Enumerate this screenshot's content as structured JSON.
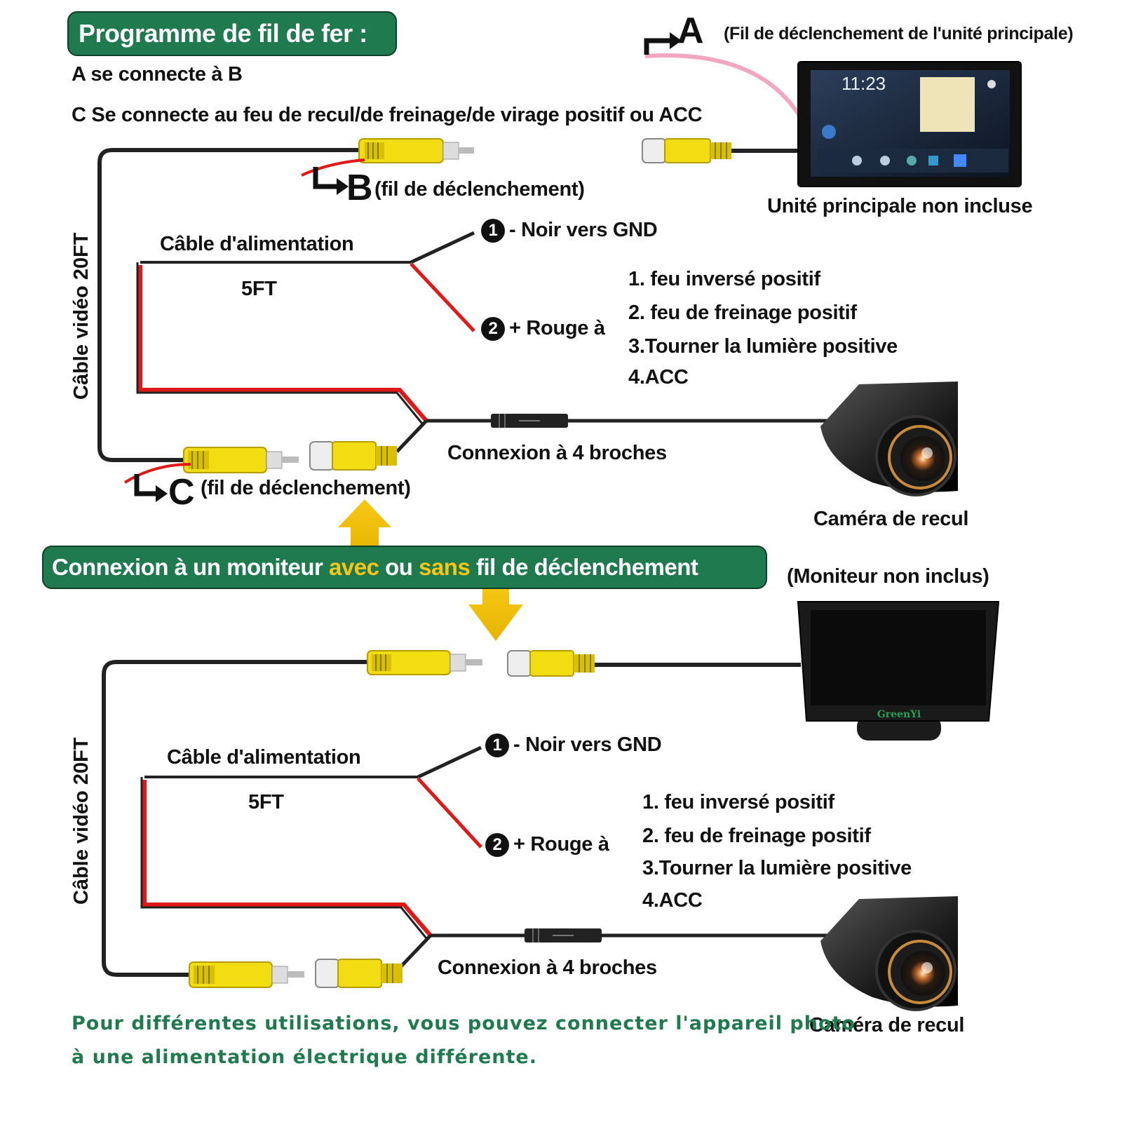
{
  "header": {
    "title": "Programme de fil de fer :",
    "line_a_b": "A se connecte à B",
    "line_c": "C Se connecte au feu de recul/de freinage/de virage positif ou ACC"
  },
  "top": {
    "wire_a_letter": "A",
    "wire_a_label": "(Fil de déclenchement de l'unité principale)",
    "wire_b_letter": "B",
    "wire_b_label": "(fil de déclenchement)",
    "wire_c_letter": "C",
    "wire_c_label": "(fil de déclenchement)",
    "head_unit_caption": "Unité principale non incluse",
    "head_unit_clock": "11:23",
    "power_cable": "Câble d'alimentation",
    "power_length": "5FT",
    "video_cable": "Câble vidéo 20FT",
    "black": "- Noir vers GND",
    "red": "+ Rouge à",
    "opt1": "1. feu inversé positif",
    "opt2": "2. feu de freinage positif",
    "opt3": "3.Tourner la lumière positive",
    "opt4": "4.ACC",
    "pin_connector": "Connexion à 4 broches",
    "camera_caption": "Caméra de recul"
  },
  "middle": {
    "banner_part1": "Connexion à un moniteur ",
    "banner_avec": "avec",
    "banner_part2": " ou ",
    "banner_sans": "sans",
    "banner_part3": " fil de déclenchement",
    "monitor_note": "(Moniteur non inclus)",
    "monitor_brand": "GreenYi"
  },
  "bottom": {
    "power_cable": "Câble d'alimentation",
    "power_length": "5FT",
    "video_cable": "Câble vidéo 20FT",
    "black": "- Noir vers GND",
    "red": "+ Rouge à",
    "opt1": "1. feu inversé positif",
    "opt2": "2. feu de freinage positif",
    "opt3": "3.Tourner la lumière positive",
    "opt4": "4.ACC",
    "pin_connector": "Connexion à 4 broches",
    "camera_caption": "Caméra de recul"
  },
  "footer": {
    "line1": "Pour différentes utilisations, vous pouvez connecter l'appareil photo",
    "line2": "à une alimentation électrique différente."
  },
  "markers": {
    "one": "1",
    "two": "2"
  },
  "colors": {
    "accent_green": "#1f7a4f",
    "highlight_yellow": "#f5c518",
    "wire_red": "#e01818",
    "wire_black": "#222222",
    "rca_yellow": "#f2dc12",
    "trigger_pink": "#f2a7c0"
  }
}
